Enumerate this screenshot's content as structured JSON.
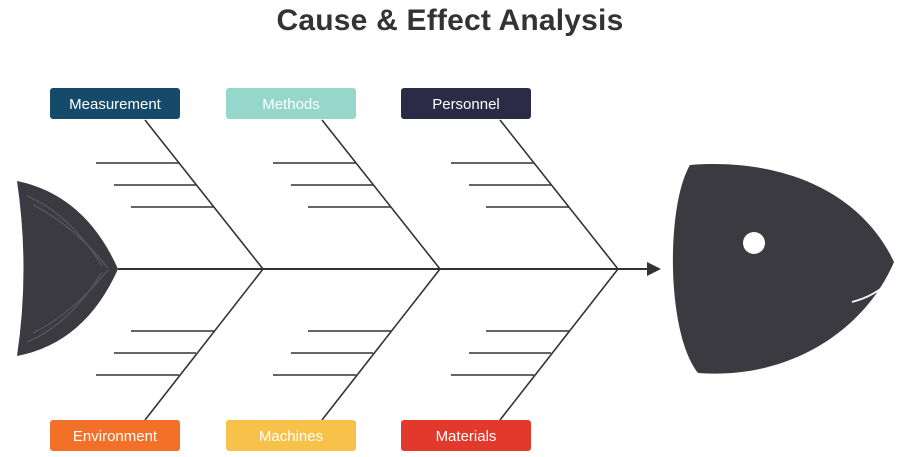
{
  "title": "Cause & Effect Analysis",
  "categories": [
    {
      "label": "Measurement",
      "color": "#164a6b"
    },
    {
      "label": "Methods",
      "color": "#96d7cc"
    },
    {
      "label": "Personnel",
      "color": "#2b2b47"
    },
    {
      "label": "Environment",
      "color": "#f27028"
    },
    {
      "label": "Machines",
      "color": "#f8c24a"
    },
    {
      "label": "Materials",
      "color": "#e2392c"
    }
  ],
  "colors": {
    "fish": "#3a3a40",
    "line": "#333333",
    "title": "#333333",
    "eye": "#ffffff"
  },
  "sub_causes_per_branch": 3
}
